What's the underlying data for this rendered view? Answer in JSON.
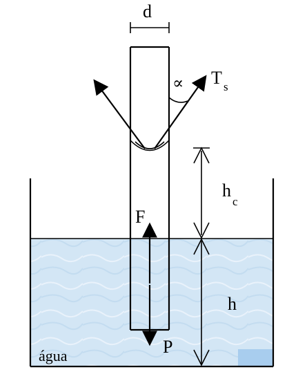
{
  "labels": {
    "d": "d",
    "alpha": "∝",
    "tension": "T",
    "tension_sub": "s",
    "capillary_height": "h",
    "capillary_height_sub": "c",
    "force": "F",
    "weight": "P",
    "depth": "h",
    "liquid": "água"
  },
  "colors": {
    "water": "#cfe3f3",
    "water_light": "#e4eff9",
    "water_accent": "#a8cdee",
    "stroke": "#000000"
  }
}
